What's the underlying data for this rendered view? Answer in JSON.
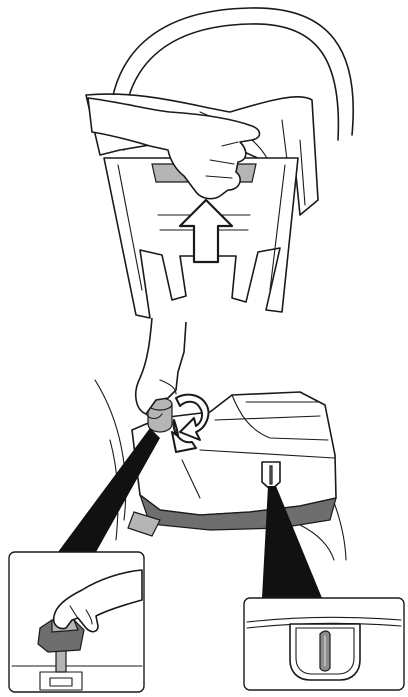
{
  "figure": {
    "panels": [
      {
        "id": "top",
        "depicts": "hand-pulling-carrier-handle-release"
      },
      {
        "id": "bottom",
        "depicts": "hand-turning-base-adjustment-knob"
      },
      {
        "id": "inset-left",
        "depicts": "knob-close-up"
      },
      {
        "id": "inset-right",
        "depicts": "level-indicator-close-up"
      }
    ],
    "arrows": [
      {
        "name": "up-arrow",
        "direction": "up"
      },
      {
        "name": "rotate-arrow",
        "direction": "counterclockwise-loop"
      }
    ],
    "colors": {
      "line": "#1a1a1a",
      "shade": "#8c8c8c",
      "light_shade": "#b5b5b5",
      "callout": "#111111"
    }
  }
}
